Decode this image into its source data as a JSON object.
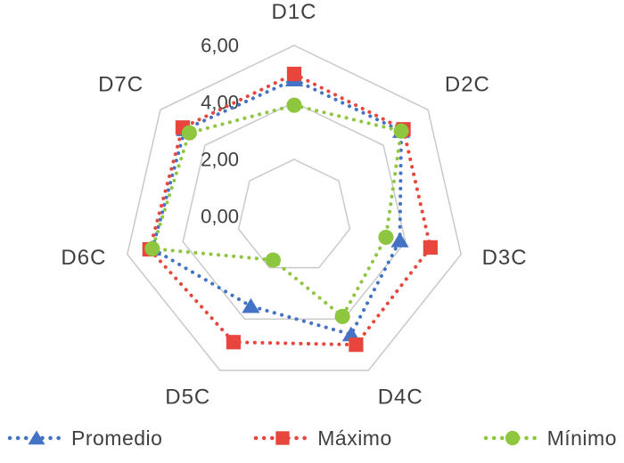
{
  "chart_data": {
    "type": "radar",
    "title": "",
    "categories": [
      "D1C",
      "D2C",
      "D3C",
      "D4C",
      "D5C",
      "D6C",
      "D7C"
    ],
    "series": [
      {
        "name": "Promedio",
        "color": "#4472C4",
        "marker": "triangle",
        "values": [
          4.8,
          4.8,
          3.8,
          4.6,
          3.5,
          5.1,
          4.9
        ]
      },
      {
        "name": "Máximo",
        "color": "#E8463C",
        "marker": "square",
        "values": [
          5.0,
          4.9,
          4.9,
          5.0,
          4.9,
          5.2,
          5.0
        ]
      },
      {
        "name": "Mínimo",
        "color": "#8EC63F",
        "marker": "circle",
        "values": [
          3.9,
          4.8,
          3.3,
          3.9,
          1.7,
          5.1,
          4.7
        ]
      }
    ],
    "ticks": [
      0,
      2,
      4,
      6
    ],
    "tick_labels": [
      "0,00",
      "2,00",
      "4,00",
      "6,00"
    ],
    "rings": [
      2,
      4,
      6
    ],
    "axis_max": 6,
    "grid_color": "#C9C9C9",
    "label_color": "#3f3f3f",
    "legend_position": "bottom",
    "grid": true
  }
}
